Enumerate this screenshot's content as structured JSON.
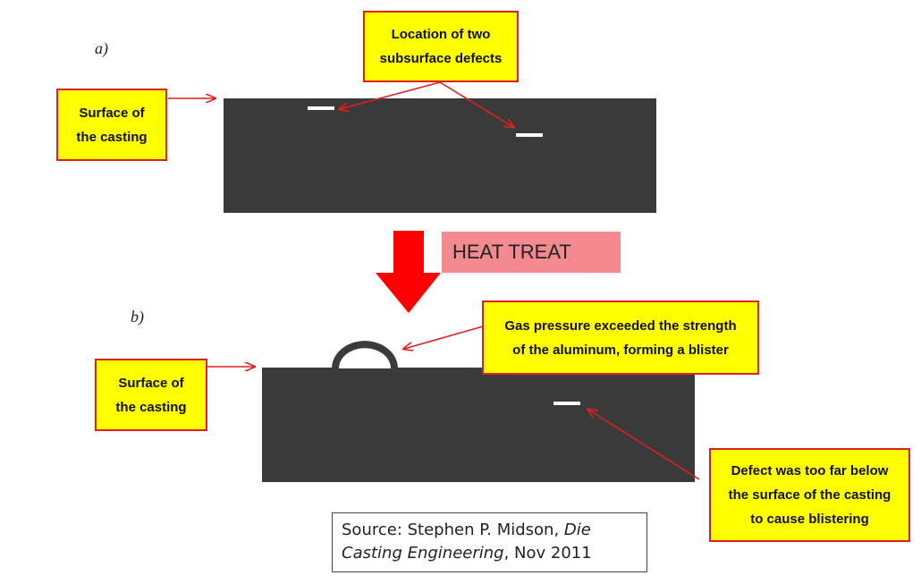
{
  "panels": {
    "a_label": "a)",
    "b_label": "b)"
  },
  "callouts": {
    "surface_a": [
      "Surface of",
      "the casting"
    ],
    "two_defects": [
      "Location of two",
      "subsurface defects"
    ],
    "surface_b": [
      "Surface of",
      "the casting"
    ],
    "gas_pressure": [
      "Gas pressure exceeded the strength",
      "of the aluminum, forming a blister"
    ],
    "too_far": [
      "Defect was too far below",
      "the surface of the casting",
      "to cause blistering"
    ]
  },
  "process": {
    "heat_treat_label": "HEAT TREAT"
  },
  "source": {
    "prefix": "Source:  Stephen P. Midson, ",
    "title_part1": "Die",
    "title_part2": "Casting Engineering",
    "suffix": ", Nov 2011"
  },
  "colors": {
    "casting": "#3a3a3a",
    "callout_fill": "#ffff00",
    "callout_border": "#e02020",
    "arrow": "#e02020",
    "heat_treat_fill": "#f28a8f",
    "heat_arrow": "#ff0000"
  }
}
